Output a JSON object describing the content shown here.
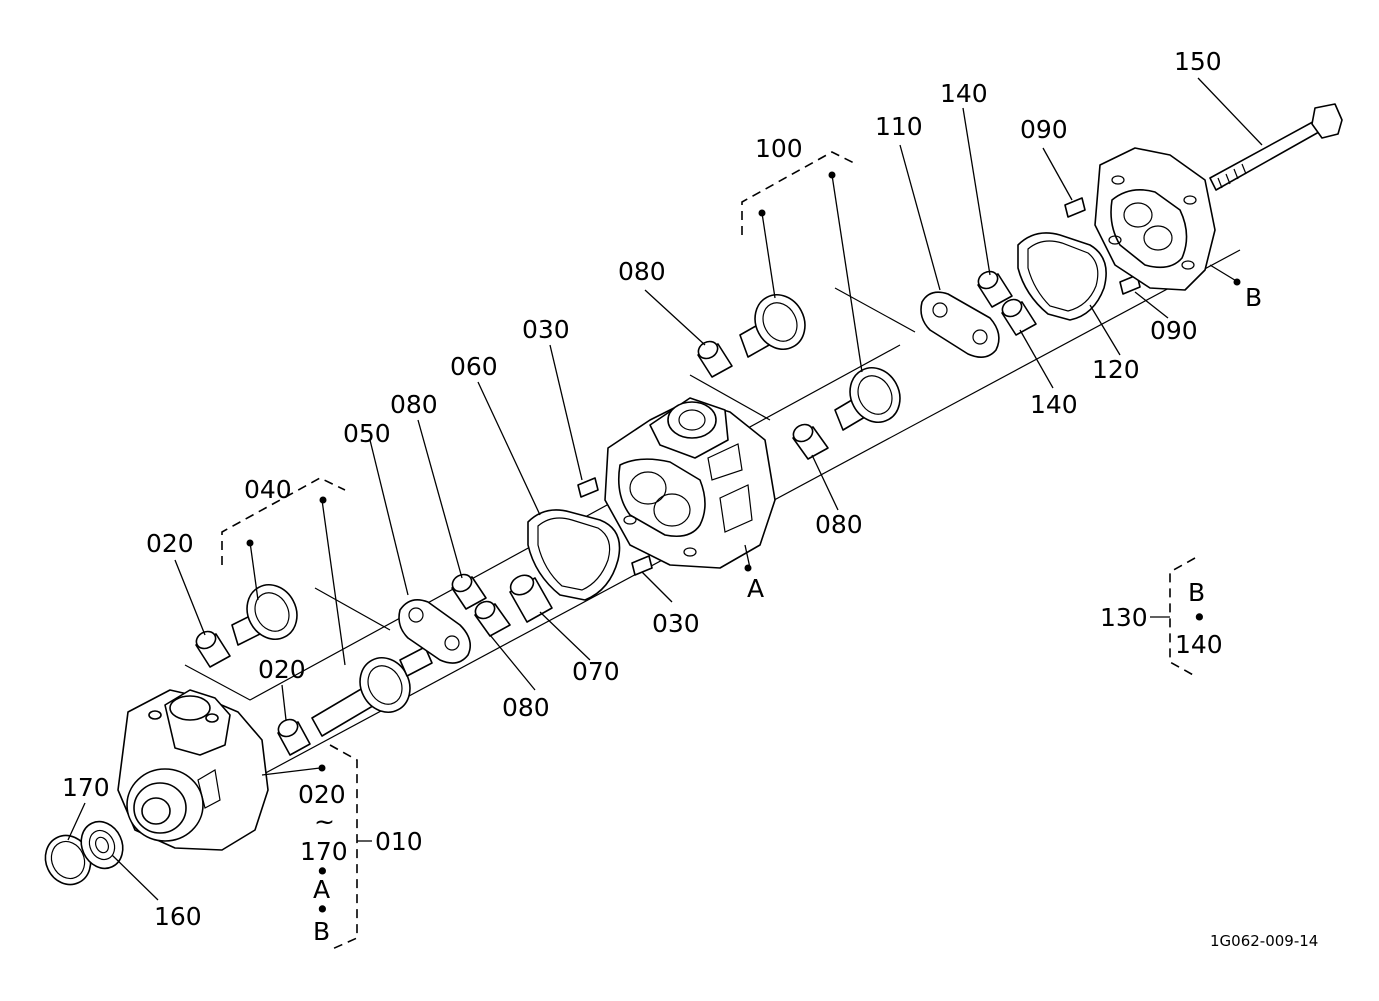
{
  "diagram": {
    "drawing_code": "1G062-009-14",
    "callouts": {
      "p150": "150",
      "p140a": "140",
      "p110": "110",
      "p090a": "090",
      "p100": "100",
      "p080a": "080",
      "p030a": "030",
      "p060": "060",
      "p080b": "080",
      "p050": "050",
      "p040": "040",
      "p020a": "020",
      "p020b": "020",
      "p170": "170",
      "p160": "160",
      "p080c": "080",
      "p070": "070",
      "p030b": "030",
      "p080d": "080",
      "p140b": "140",
      "p120": "120",
      "p090b": "090",
      "refA": "A",
      "refB": "B",
      "p130": "130"
    },
    "assembly_010": {
      "code": "010",
      "range_from": "020",
      "range_sep": "~",
      "range_to": "170",
      "dot1": "•",
      "ref_a": "A",
      "dot2": "•",
      "ref_b": "B"
    },
    "kit_130": {
      "code": "130",
      "ref_b": "B",
      "dot": "•",
      "part": "140"
    }
  }
}
